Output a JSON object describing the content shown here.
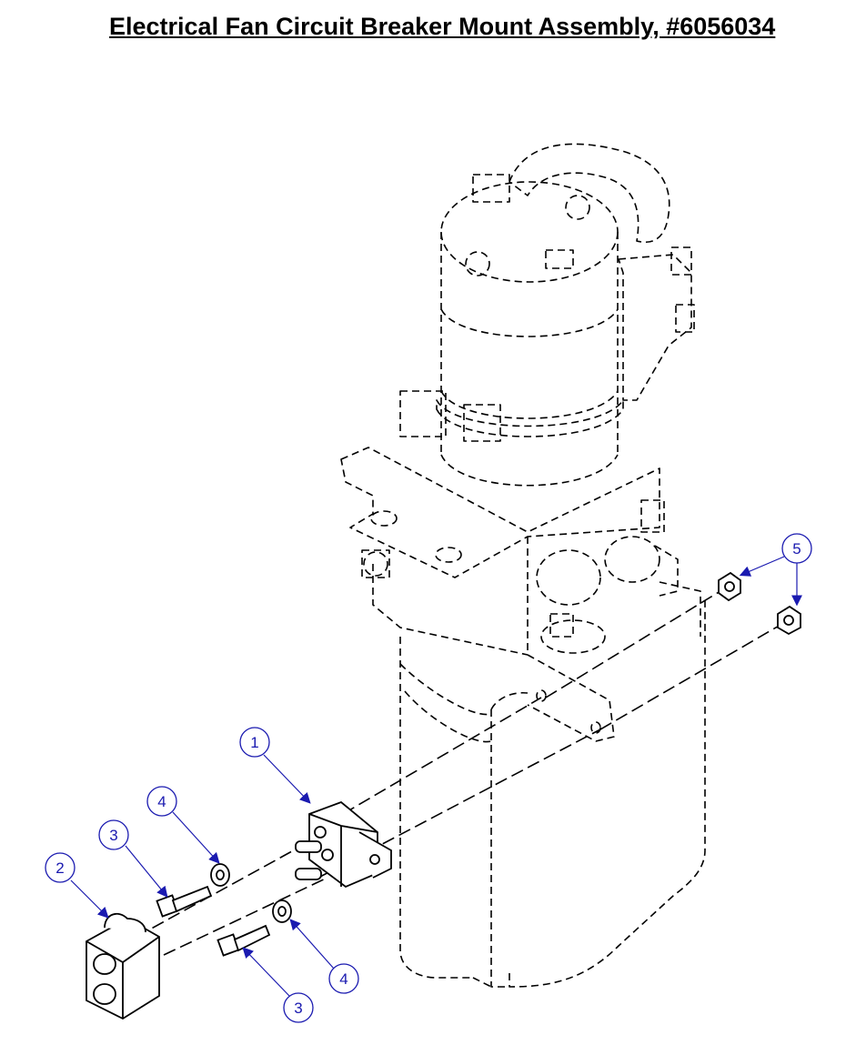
{
  "title": "Electrical Fan Circuit Breaker Mount Assembly, #6056034",
  "callouts": [
    {
      "id": "c1",
      "label": "1"
    },
    {
      "id": "c2",
      "label": "2"
    },
    {
      "id": "c3a",
      "label": "3"
    },
    {
      "id": "c3b",
      "label": "3"
    },
    {
      "id": "c4a",
      "label": "4"
    },
    {
      "id": "c4b",
      "label": "4"
    },
    {
      "id": "c5",
      "label": "5"
    }
  ],
  "colors": {
    "callout": "#1a1ab0",
    "line": "#000000",
    "background": "#ffffff"
  },
  "icons": [
    "arrowhead-icon"
  ]
}
